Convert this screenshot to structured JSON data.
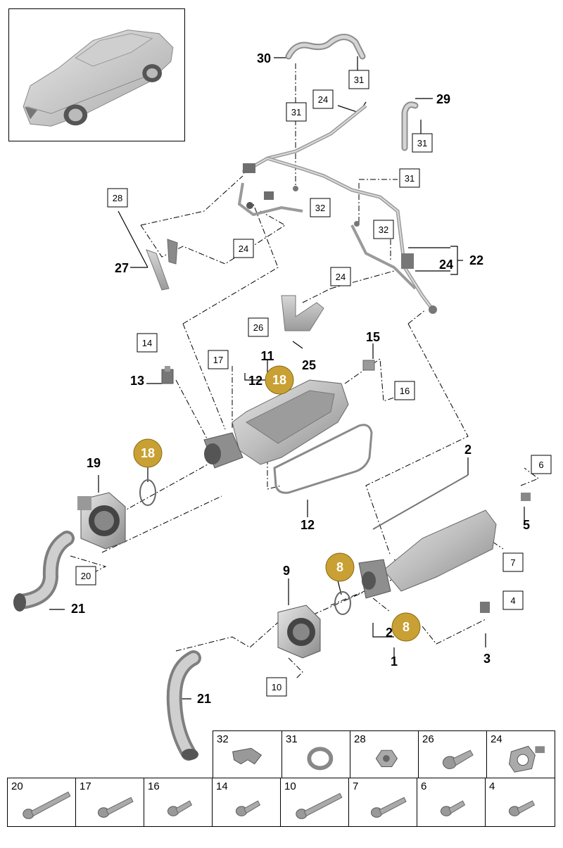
{
  "callouts": {
    "c1": "1",
    "c2a": "2",
    "c2b": "2",
    "c3": "3",
    "c4": "4",
    "c5": "5",
    "c6": "6",
    "c7": "7",
    "c8a": "8",
    "c8b": "8",
    "c9": "9",
    "c10": "10",
    "c11": "11",
    "c12a": "12",
    "c12b": "12",
    "c13": "13",
    "c14": "14",
    "c15": "15",
    "c16": "16",
    "c17": "17",
    "c18a": "18",
    "c18b": "18",
    "c19": "19",
    "c20": "20",
    "c21a": "21",
    "c21b": "21",
    "c22": "22",
    "c24a": "24",
    "c24b": "24",
    "c24c": "24",
    "c24d": "24",
    "c25": "25",
    "c26": "26",
    "c27": "27",
    "c28": "28",
    "c29": "29",
    "c30": "30",
    "c31a": "31",
    "c31b": "31",
    "c31c": "31",
    "c31d": "31",
    "c32a": "32",
    "c32b": "32"
  },
  "legend": {
    "top_row": [
      "32",
      "31",
      "28",
      "26",
      "24"
    ],
    "bottom_row": [
      "20",
      "17",
      "16",
      "14",
      "10",
      "7",
      "6",
      "4"
    ]
  },
  "colors": {
    "badge_fill": "#c9a033",
    "part_gray": "#bfbfbf",
    "part_dark": "#6e6e6e"
  }
}
